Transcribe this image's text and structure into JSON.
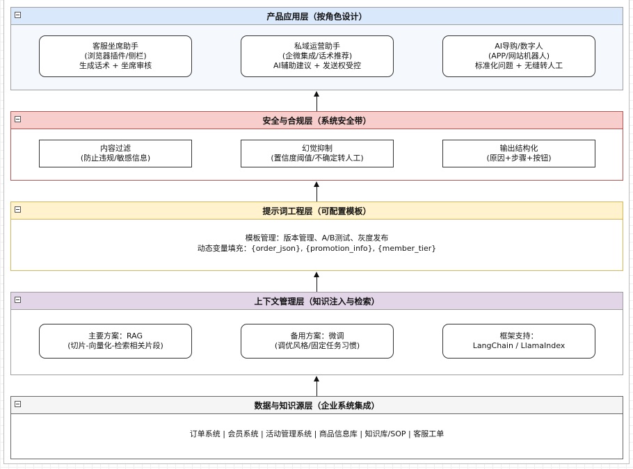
{
  "colors": {
    "product_header": "#dae8fc",
    "product_body": "#f5f8fc",
    "security_header": "#f8cecc",
    "prompt_header": "#fff2cc",
    "context_header": "#e1d5e7",
    "data_header": "#f5f5f5"
  },
  "layers": {
    "product": {
      "title": "产品应用层（按角色设计）",
      "nodes": [
        {
          "line1": "客服坐席助手",
          "line2": "(浏览器插件/侧栏)",
          "line3": "生成话术 + 坐席审核"
        },
        {
          "line1": "私域运营助手",
          "line2": "(企微集成/话术推荐)",
          "line3": "AI辅助建议 + 发送权受控"
        },
        {
          "line1": "AI导购/数字人",
          "line2": "(APP/网站机器人)",
          "line3": "标准化问题 + 无缝转人工"
        }
      ]
    },
    "security": {
      "title": "安全与合规层（系统安全带）",
      "nodes": [
        {
          "line1": "内容过滤",
          "line2": "(防止违规/敏感信息)"
        },
        {
          "line1": "幻觉抑制",
          "line2": "(置信度阈值/不确定转人工)"
        },
        {
          "line1": "输出结构化",
          "line2": "(原因+步骤+按钮)"
        }
      ]
    },
    "prompt": {
      "title": "提示词工程层（可配置模板）",
      "line1": "模板管理：版本管理、A/B测试、灰度发布",
      "line2": "动态变量填充：{order_json}, {promotion_info}, {member_tier}"
    },
    "context": {
      "title": "上下文管理层（知识注入与检索）",
      "nodes": [
        {
          "line1": "主要方案：RAG",
          "line2": "(切片-向量化-检索相关片段)"
        },
        {
          "line1": "备用方案：微调",
          "line2": "(调优风格/固定任务习惯)"
        },
        {
          "line1": "框架支持：",
          "line2": "LangChain / LlamaIndex"
        }
      ]
    },
    "data": {
      "title": "数据与知识源层（企业系统集成）",
      "line1": "订单系统 | 会员系统 | 活动管理系统 | 商品信息库 | 知识库/SOP | 客服工单"
    }
  }
}
